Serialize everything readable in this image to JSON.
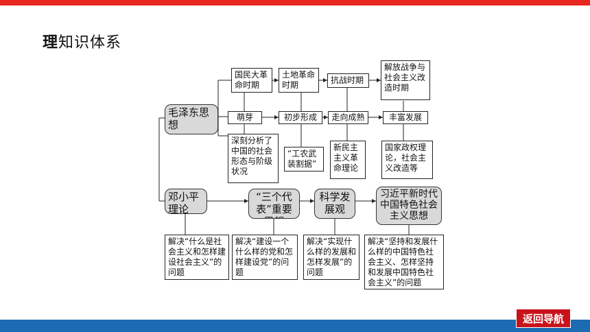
{
  "title_bold": "理",
  "title_rest": "知识体系",
  "nav_button": "返回导航",
  "nodes": {
    "mao": "毛泽东思想",
    "p1": "国民大革命时期",
    "p2": "土地革命时期",
    "p3": "抗战时期",
    "p4": "解放战争与社会主义改造时期",
    "s1": "萌芽",
    "s2": "初步形成",
    "s3": "走向成熟",
    "s4": "丰富发展",
    "c1": "深刻分析了中国的社会形态与阶级状况",
    "c2": "“工农武装割据”",
    "c3": "新民主主义革命理论",
    "c4": "国家政权理论，社会主义改造等",
    "deng": "邓小平理论",
    "three": "“三个代表”重要思想",
    "sci": "科学发展观",
    "xi": "习近平新时代中国特色社会主义思想",
    "d1": "解决“什么是社会主义和怎样建设社会主义”的问题",
    "d2": "解决“建设一个什么样的党和怎样建设党”的问题",
    "d3": "解决“实现什么样的发展和怎样发展”的问题",
    "d4": "解决“坚持和发展什么样的中国特色社会主义、怎样坚持和发展中国特色社会主义”的问题"
  }
}
